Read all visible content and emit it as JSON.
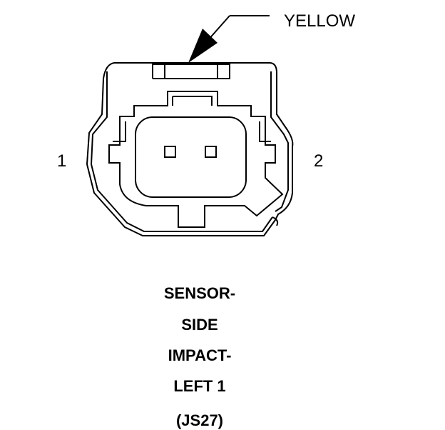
{
  "callout": {
    "color_label": "YELLOW"
  },
  "pins": {
    "left": "1",
    "right": "2"
  },
  "title_lines": [
    "SENSOR-",
    "SIDE",
    "IMPACT-",
    "LEFT 1",
    "(JS27)"
  ],
  "colors": {
    "ink": "#000000",
    "background": "#ffffff"
  }
}
